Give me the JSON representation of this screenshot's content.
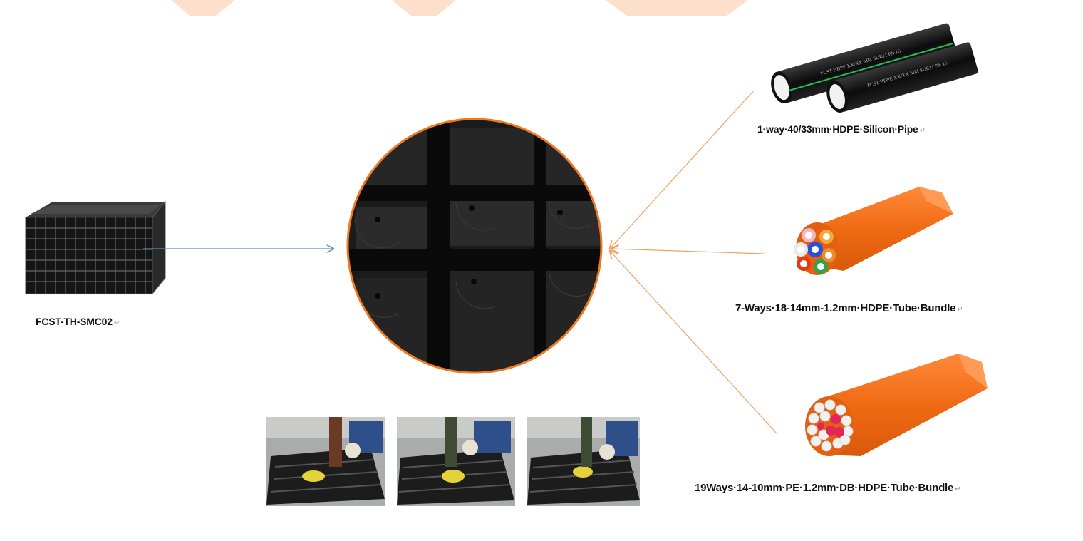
{
  "accent_color": "#f07a22",
  "connector_colors": {
    "product_to_detail": "#5b8fc9",
    "pipes_to_detail": "#f0a060"
  },
  "labels": {
    "product": "FCST-TH-SMC02",
    "pipe_1": "1·way·40/33mm·HDPE·Silicon·Pipe",
    "pipe_2": "7-Ways·18-14mm-1.2mm·HDPE·Tube·Bundle",
    "pipe_3": "19Ways·14-10mm·PE·1.2mm·DB·HDPE·Tube·Bundle",
    "paragraph_mark": "↵"
  },
  "pipe_print": {
    "left": "FCST  HDPE  XX/XX MM  SDR11 PN 16",
    "right": "FCST  HDPE  XX/XX MM  SDR11 PN 16"
  },
  "icons": {
    "product_image": "cable-trough-box-icon",
    "detail_image": "trough-grid-closeup",
    "installation_photos": "drilling-installation-photos",
    "pipe_images": [
      "silicon-pipe-icon",
      "7-way-tube-bundle-icon",
      "19-way-tube-bundle-icon"
    ]
  }
}
